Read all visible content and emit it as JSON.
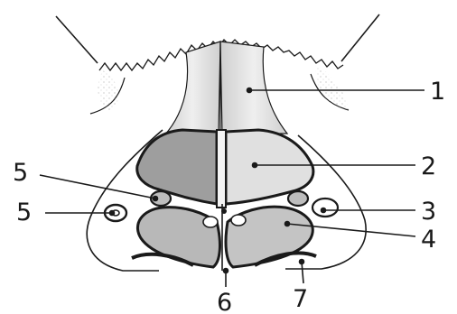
{
  "diagram": {
    "labels": [
      {
        "id": "1",
        "text": "1"
      },
      {
        "id": "2",
        "text": "2"
      },
      {
        "id": "3",
        "text": "3"
      },
      {
        "id": "4",
        "text": "4"
      },
      {
        "id": "5a",
        "text": "5"
      },
      {
        "id": "5b",
        "text": "5"
      },
      {
        "id": "6",
        "text": "6"
      },
      {
        "id": "7",
        "text": "7"
      }
    ]
  },
  "colors": {
    "ink": "#1a1a1a",
    "nasal_bone_fill": "#e2e2e2",
    "upper_cartilage_fill": "#9e9e9e",
    "lower_cartilage_fill": "#b8b8b8",
    "skin_shade": "#dcdcdc"
  }
}
